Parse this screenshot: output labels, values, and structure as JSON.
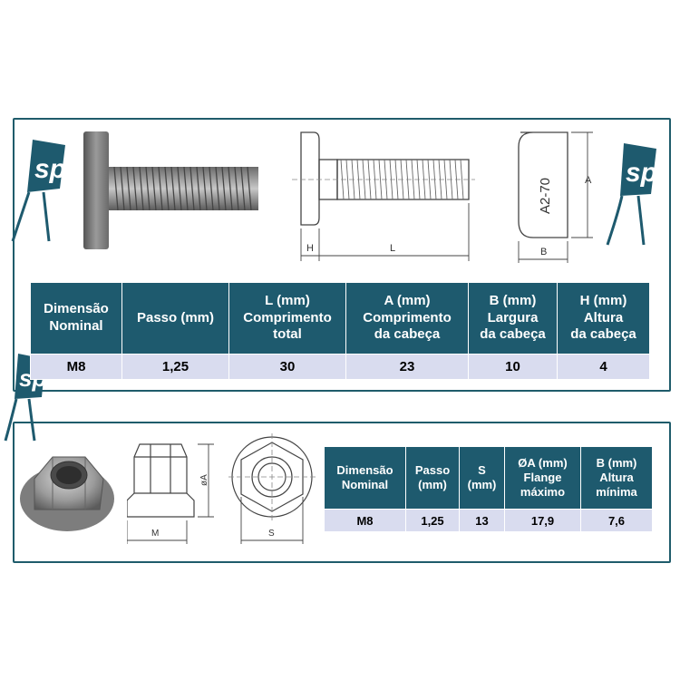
{
  "bolt_table": {
    "headers": [
      [
        "Dimensão",
        "Nominal"
      ],
      [
        "Passo (mm)"
      ],
      [
        "L (mm)",
        "Comprimento",
        "total"
      ],
      [
        "A (mm)",
        "Comprimento",
        "da cabeça"
      ],
      [
        "B (mm)",
        "Largura",
        "da cabeça"
      ],
      [
        "H (mm)",
        "Altura",
        "da cabeça"
      ]
    ],
    "row": [
      "M8",
      "1,25",
      "30",
      "23",
      "10",
      "4"
    ]
  },
  "nut_table": {
    "headers": [
      [
        "Dimensão",
        "Nominal"
      ],
      [
        "Passo",
        "(mm)"
      ],
      [
        "S",
        "(mm)"
      ],
      [
        "ØA (mm)",
        "Flange",
        "máximo"
      ],
      [
        "B (mm)",
        "Altura",
        "mínima"
      ]
    ],
    "row": [
      "M8",
      "1,25",
      "13",
      "17,9",
      "7,6"
    ]
  },
  "drawing_labels": {
    "bolt_h": "H",
    "bolt_l": "L",
    "head_a": "A",
    "head_b": "B",
    "head_marking": "A2-70",
    "nut_diameter": "øA",
    "nut_m": "M",
    "nut_s": "S"
  },
  "colors": {
    "header_bg": "#1e5a6e",
    "cell_bg": "#d9dcef",
    "border": "#1f5c6b",
    "logo": "#1e5a6e"
  },
  "icons": [
    "sp-logo-icon",
    "bolt-photo",
    "bolt-side-drawing",
    "bolt-head-drawing",
    "nut-photo",
    "nut-side-drawing",
    "nut-top-drawing"
  ]
}
